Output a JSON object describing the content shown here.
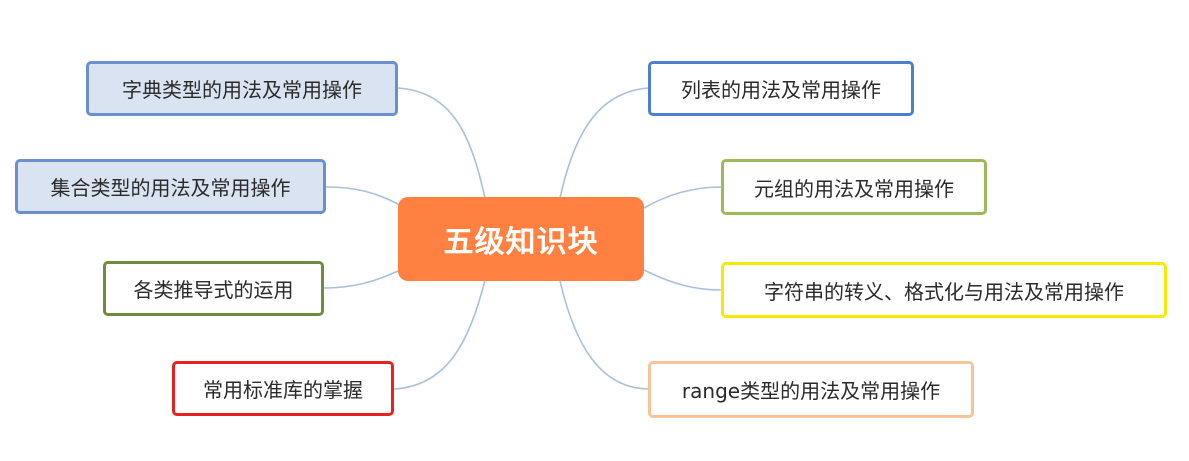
{
  "center": {
    "label": "五级知识块",
    "color": "#ff8040"
  },
  "left_nodes": [
    {
      "label": "字典类型的用法及常用操作",
      "border": "#6b8fcf",
      "fill": "#d9e3f2"
    },
    {
      "label": "集合类型的用法及常用操作",
      "border": "#6b8fcf",
      "fill": "#d9e3f2"
    },
    {
      "label": "各类推导式的运用",
      "border": "#6f8c3c",
      "fill": "#ffffff"
    },
    {
      "label": "常用标准库的掌握",
      "border": "#e82020",
      "fill": "#ffffff"
    }
  ],
  "right_nodes": [
    {
      "label": "列表的用法及常用操作",
      "border": "#4d7fd0",
      "fill": "#ffffff"
    },
    {
      "label": "元组的用法及常用操作",
      "border": "#9bbb59",
      "fill": "#ffffff"
    },
    {
      "label": "字符串的转义、格式化与用法及常用操作",
      "border": "#f5ea00",
      "fill": "#ffffff"
    },
    {
      "label": "range类型的用法及常用操作",
      "border": "#f7c49a",
      "fill": "#ffffff"
    }
  ],
  "connector_color": "#a9c0dd"
}
